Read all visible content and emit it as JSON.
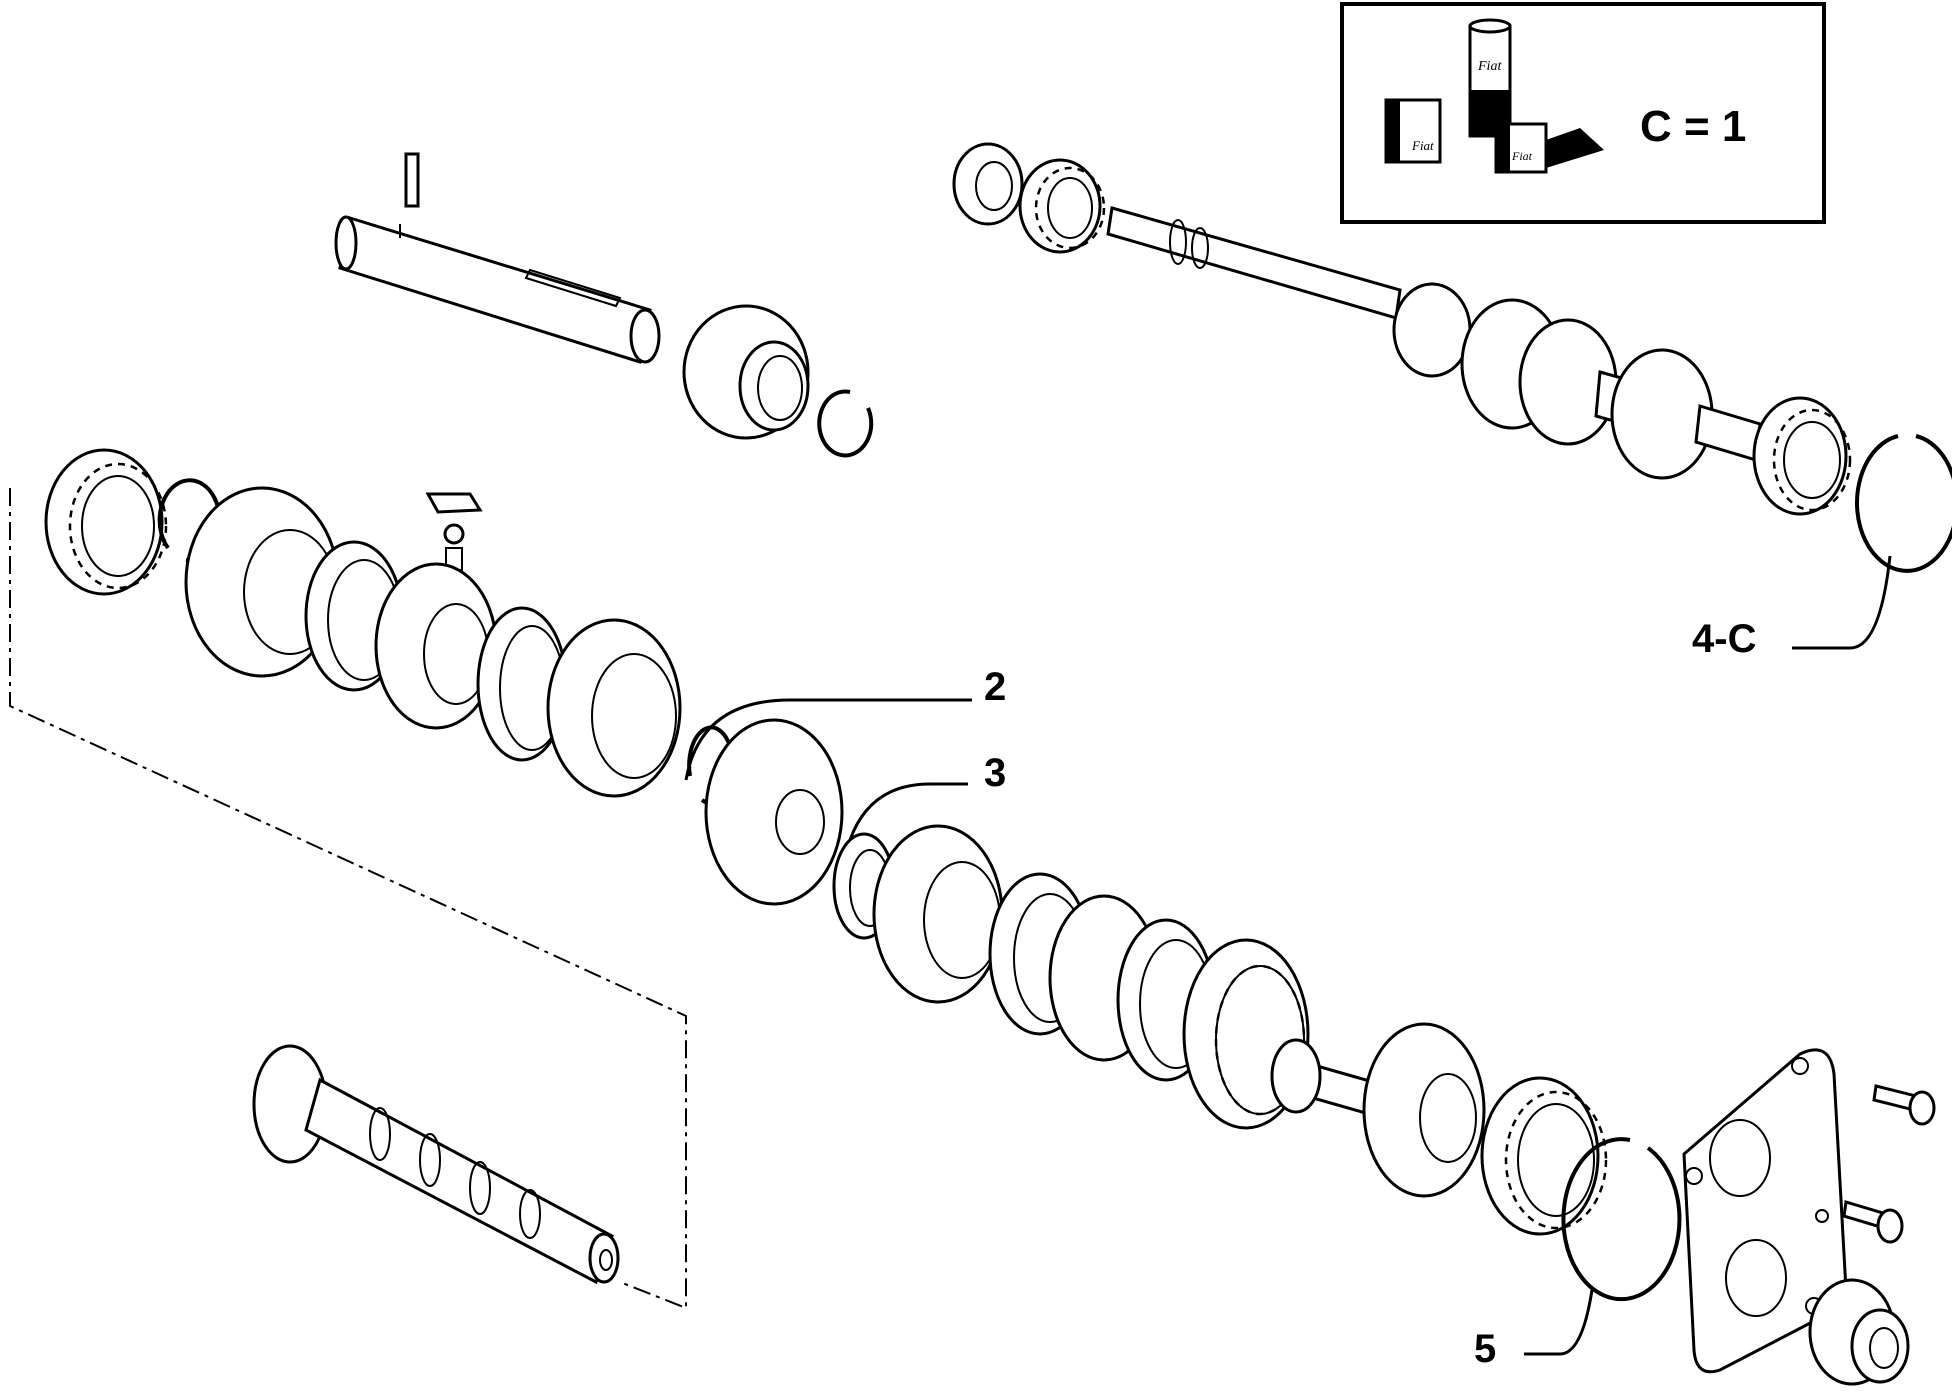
{
  "inset": {
    "legend_text": "C = 1",
    "logo_text": "Fiat"
  },
  "callouts": [
    {
      "id": "2",
      "label": "2"
    },
    {
      "id": "3",
      "label": "3"
    },
    {
      "id": "4c",
      "label": "4-C"
    },
    {
      "id": "5",
      "label": "5"
    }
  ]
}
